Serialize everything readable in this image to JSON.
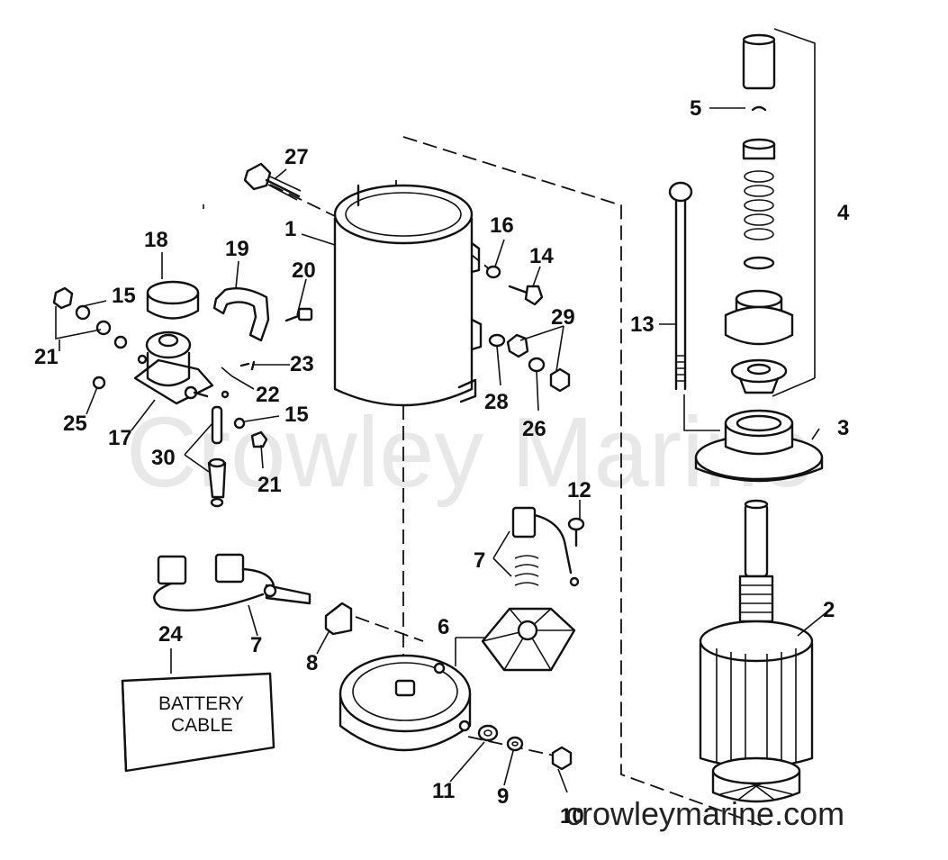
{
  "diagram": {
    "watermark": "Crowley Marine",
    "site_label": "crowleymarine.com",
    "battery_box": {
      "line1": "BATTERY",
      "line2": "CABLE"
    },
    "callouts": {
      "c1": "1",
      "c2": "2",
      "c3": "3",
      "c4": "4",
      "c5": "5",
      "c6": "6",
      "c7a": "7",
      "c7b": "7",
      "c8": "8",
      "c9": "9",
      "c10": "10",
      "c11": "11",
      "c12": "12",
      "c13": "13",
      "c14": "14",
      "c15a": "15",
      "c15b": "15",
      "c16": "16",
      "c17": "17",
      "c18": "18",
      "c19": "19",
      "c20": "20",
      "c21a": "21",
      "c21b": "21",
      "c22": "22",
      "c23": "23",
      "c24": "24",
      "c25": "25",
      "c26": "26",
      "c27": "27",
      "c28": "28",
      "c29": "29",
      "c30": "30"
    }
  }
}
